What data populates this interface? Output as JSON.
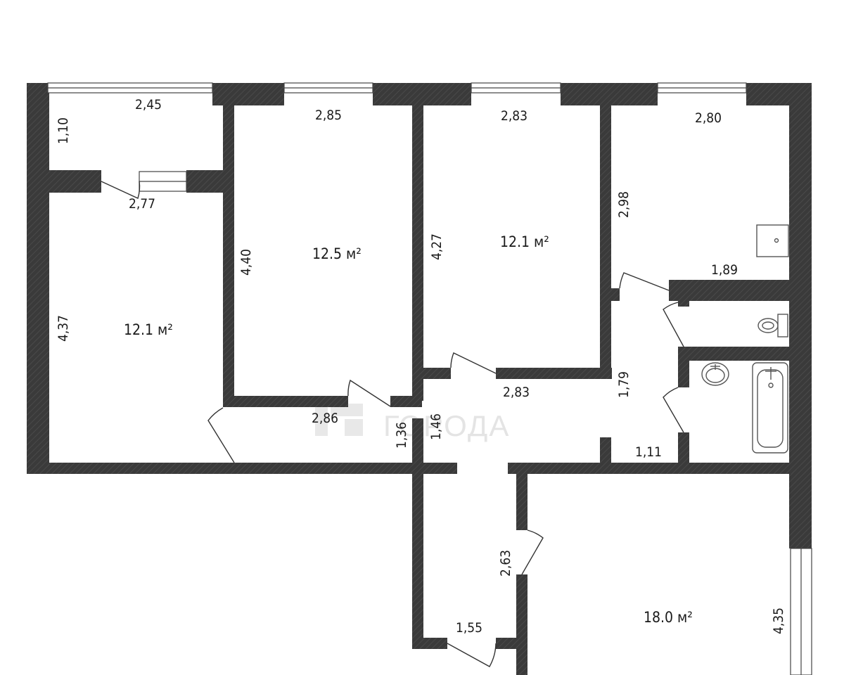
{
  "plan": {
    "watermark": "ГОРОДА",
    "wall_color": "#3a3a3a",
    "fixture_color": "#555555",
    "rooms": [
      {
        "id": "room-left",
        "area": "12.1 м²"
      },
      {
        "id": "room-2",
        "area": "12.5 м²"
      },
      {
        "id": "room-3",
        "area": "12.1 м²"
      },
      {
        "id": "room-big",
        "area": "18.0 м²"
      }
    ],
    "dimensions": {
      "balcony_width": "2,45",
      "balcony_depth": "1,10",
      "left_room_width": "2,77",
      "left_room_length": "4,37",
      "room2_width": "2,85",
      "room2_length": "4,40",
      "corridor_length": "2,86",
      "corridor_width": "1,36",
      "hall_width": "1,46",
      "room3_width": "2,83",
      "room3_length": "4,27",
      "room3_bottom": "2,83",
      "kitchen_width": "2,80",
      "kitchen_depth": "2,98",
      "wc_width": "1,89",
      "hall2_length": "1,79",
      "hall2_width": "1,11",
      "entry_length": "2,63",
      "entry_width": "1,55",
      "big_room_length": "4,35"
    }
  }
}
